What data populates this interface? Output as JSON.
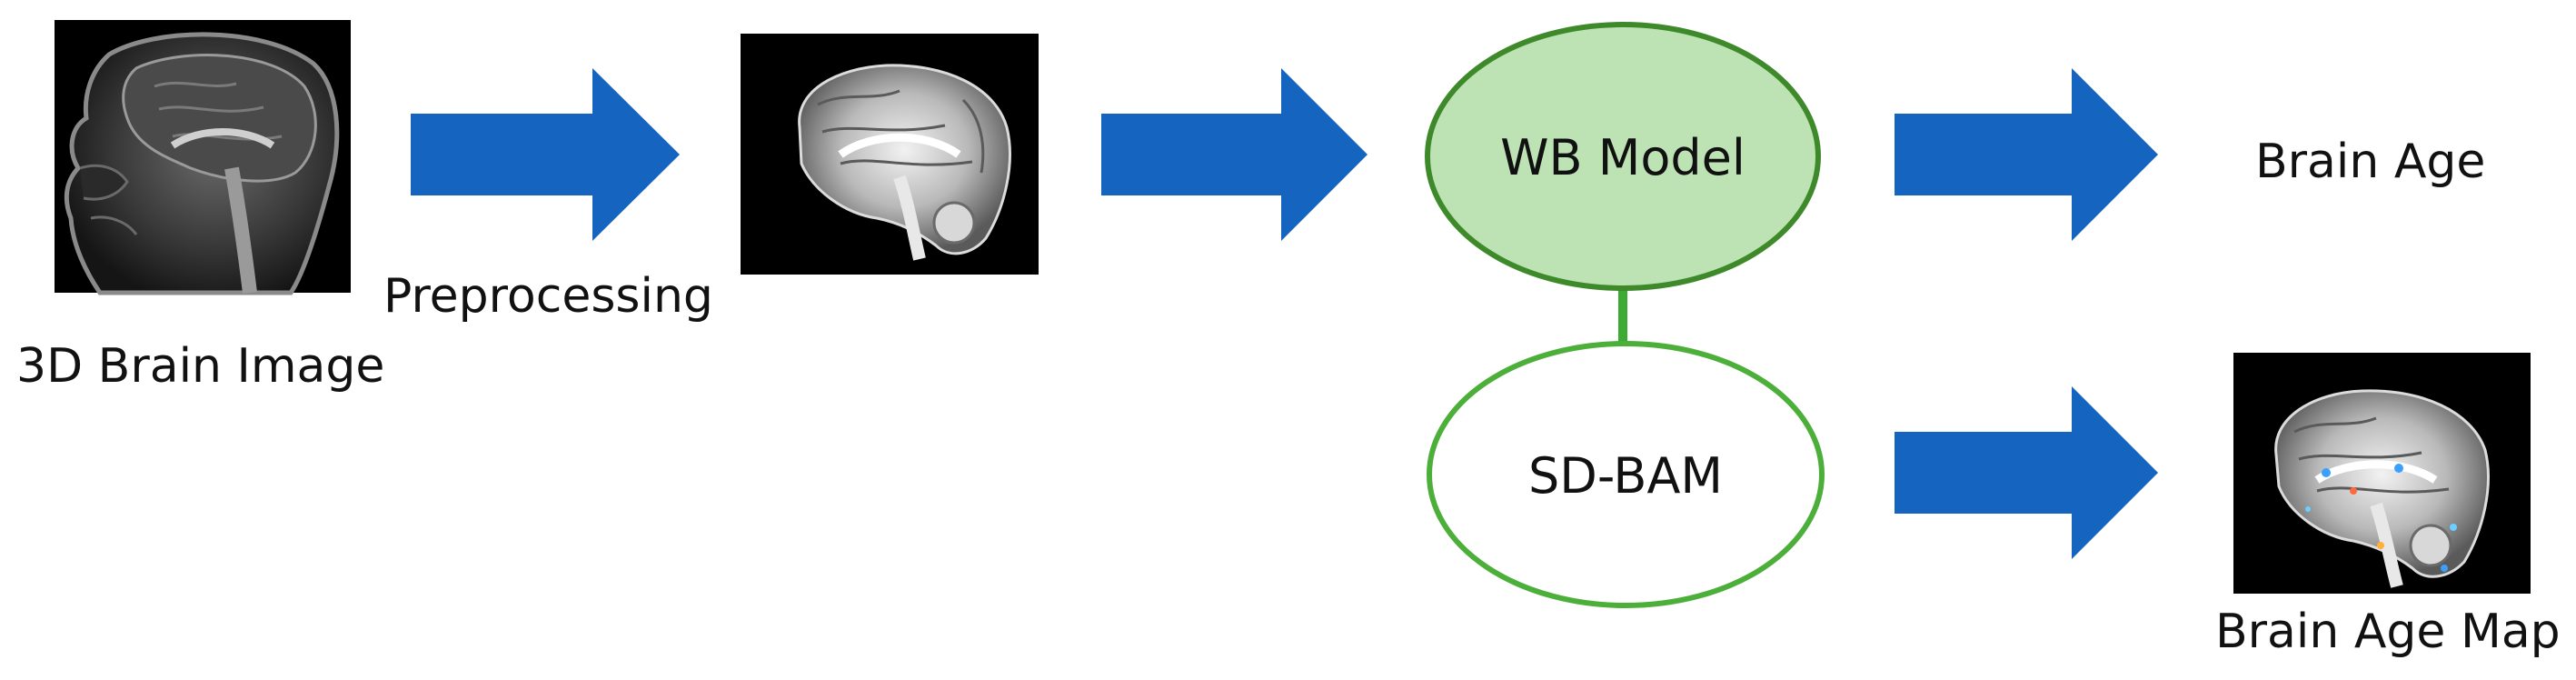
{
  "labels": {
    "input": "3D Brain Image",
    "preprocessing": "Preprocessing",
    "wb_model": "WB Model",
    "sd_bam": "SD-BAM",
    "brain_age": "Brain Age",
    "brain_age_map": "Brain Age Map"
  },
  "colors": {
    "arrow": "#1565C0",
    "wb_fill": "#BDE3B5",
    "wb_stroke": "#3E8A2A",
    "sd_stroke": "#4CAF3A",
    "connector": "#3DAA33",
    "image_bg": "#000000"
  }
}
